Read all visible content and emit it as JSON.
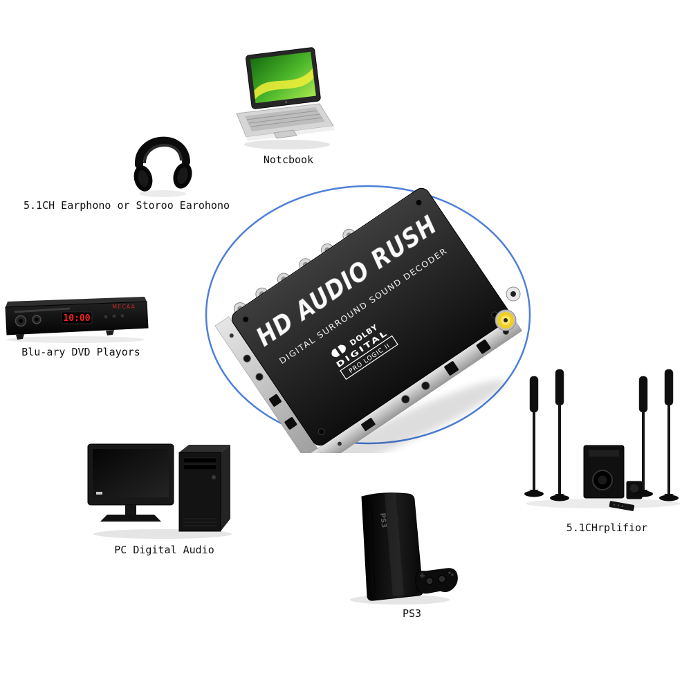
{
  "labels": {
    "notebook": "Notcbook",
    "earphones": "5.1CH Earphono or Storoo Earohono",
    "dvd_player": "Blu-ary DVD Playors",
    "pc": "PC Digital Audio",
    "ps3": "PS3",
    "amplifier": "5.1CHrplifior"
  },
  "decoder": {
    "title": "HD AUDIO RUSH",
    "subtitle": "DIGITAL SURROUND SOUND DECODER",
    "dolby_line1": "DOLBY",
    "dolby_line2": "DIGITAL",
    "dolby_line3": "PRO LOGIC II"
  },
  "dvd": {
    "display": "10:00",
    "brand": "MECAA"
  },
  "colors": {
    "ellipse": "#4c80d8",
    "rca_jack": "#f0cd25",
    "dvd_display": "#ff2020"
  }
}
